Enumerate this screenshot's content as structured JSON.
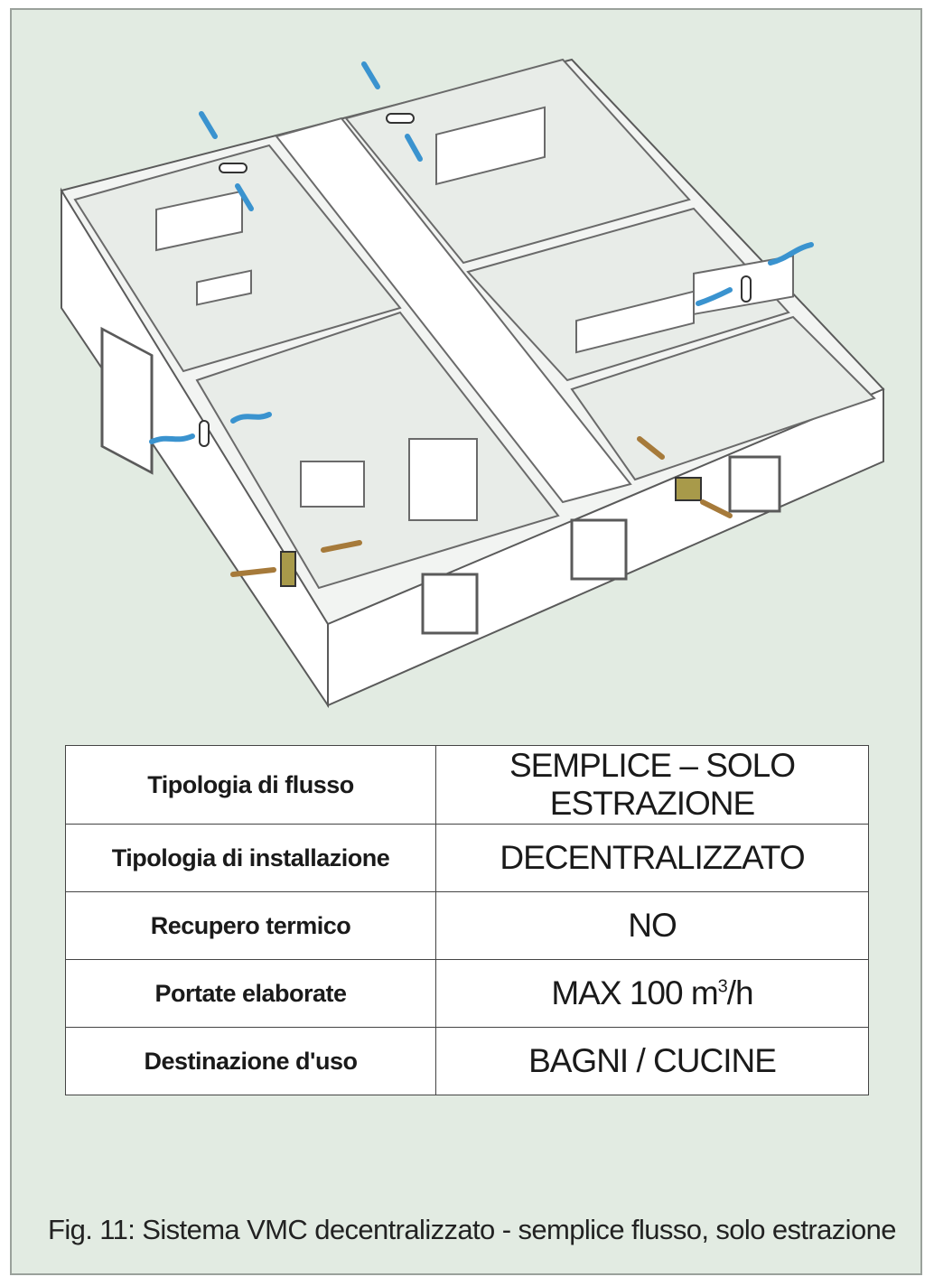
{
  "table": {
    "rows": [
      {
        "label": "Tipologia di flusso",
        "value": "SEMPLICE – SOLO ESTRAZIONE"
      },
      {
        "label": "Tipologia di installazione",
        "value": "DECENTRALIZZATO"
      },
      {
        "label": "Recupero termico",
        "value": "NO"
      },
      {
        "label": "Portate elaborate",
        "value": "MAX 100 m",
        "value_sup": "3",
        "value_suffix": "/h"
      },
      {
        "label": "Destinazione d'uso",
        "value": "BAGNI / CUCINE"
      }
    ]
  },
  "caption": "Fig. 11: Sistema VMC decentralizzato - semplice flusso, solo estrazione",
  "colors": {
    "background": "#e2ebe2",
    "supply_arrow": "#3a93cf",
    "extract_arrow": "#a67a3a",
    "extract_vent": "#a89a4a"
  }
}
